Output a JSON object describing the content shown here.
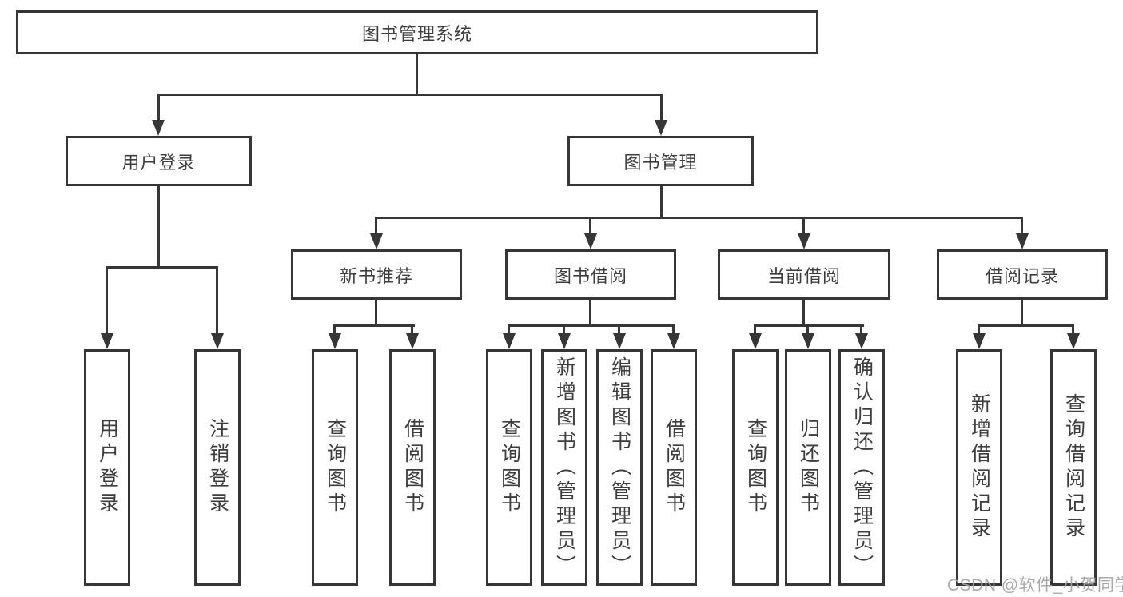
{
  "diagram": {
    "root": {
      "label": "图书管理系统"
    },
    "level2": [
      {
        "label": "用户登录"
      },
      {
        "label": "图书管理"
      }
    ],
    "level3": [
      {
        "label": "新书推荐",
        "parent": "图书管理"
      },
      {
        "label": "图书借阅",
        "parent": "图书管理"
      },
      {
        "label": "当前借阅",
        "parent": "图书管理"
      },
      {
        "label": "借阅记录",
        "parent": "图书管理"
      }
    ],
    "leaves": [
      {
        "label": "用户登录",
        "parent": "用户登录"
      },
      {
        "label": "注销登录",
        "parent": "用户登录"
      },
      {
        "label": "查询图书",
        "parent": "新书推荐"
      },
      {
        "label": "借阅图书",
        "parent": "新书推荐"
      },
      {
        "label": "查询图书",
        "parent": "图书借阅"
      },
      {
        "label": "新增图书（管理员）",
        "parent": "图书借阅"
      },
      {
        "label": "编辑图书（管理员）",
        "parent": "图书借阅"
      },
      {
        "label": "借阅图书",
        "parent": "图书借阅"
      },
      {
        "label": "查询图书",
        "parent": "当前借阅"
      },
      {
        "label": "归还图书",
        "parent": "当前借阅"
      },
      {
        "label": "确认归还（管理员）",
        "parent": "当前借阅"
      },
      {
        "label": "新增借阅记录",
        "parent": "借阅记录"
      },
      {
        "label": "查询借阅记录",
        "parent": "借阅记录"
      }
    ],
    "watermark": {
      "label": "CSDN @软件_小贺同学"
    },
    "colors": {
      "line": "#363636",
      "text": "#3d3d3d",
      "watermark": "#a3a3a3",
      "background": "#ffffff"
    }
  }
}
